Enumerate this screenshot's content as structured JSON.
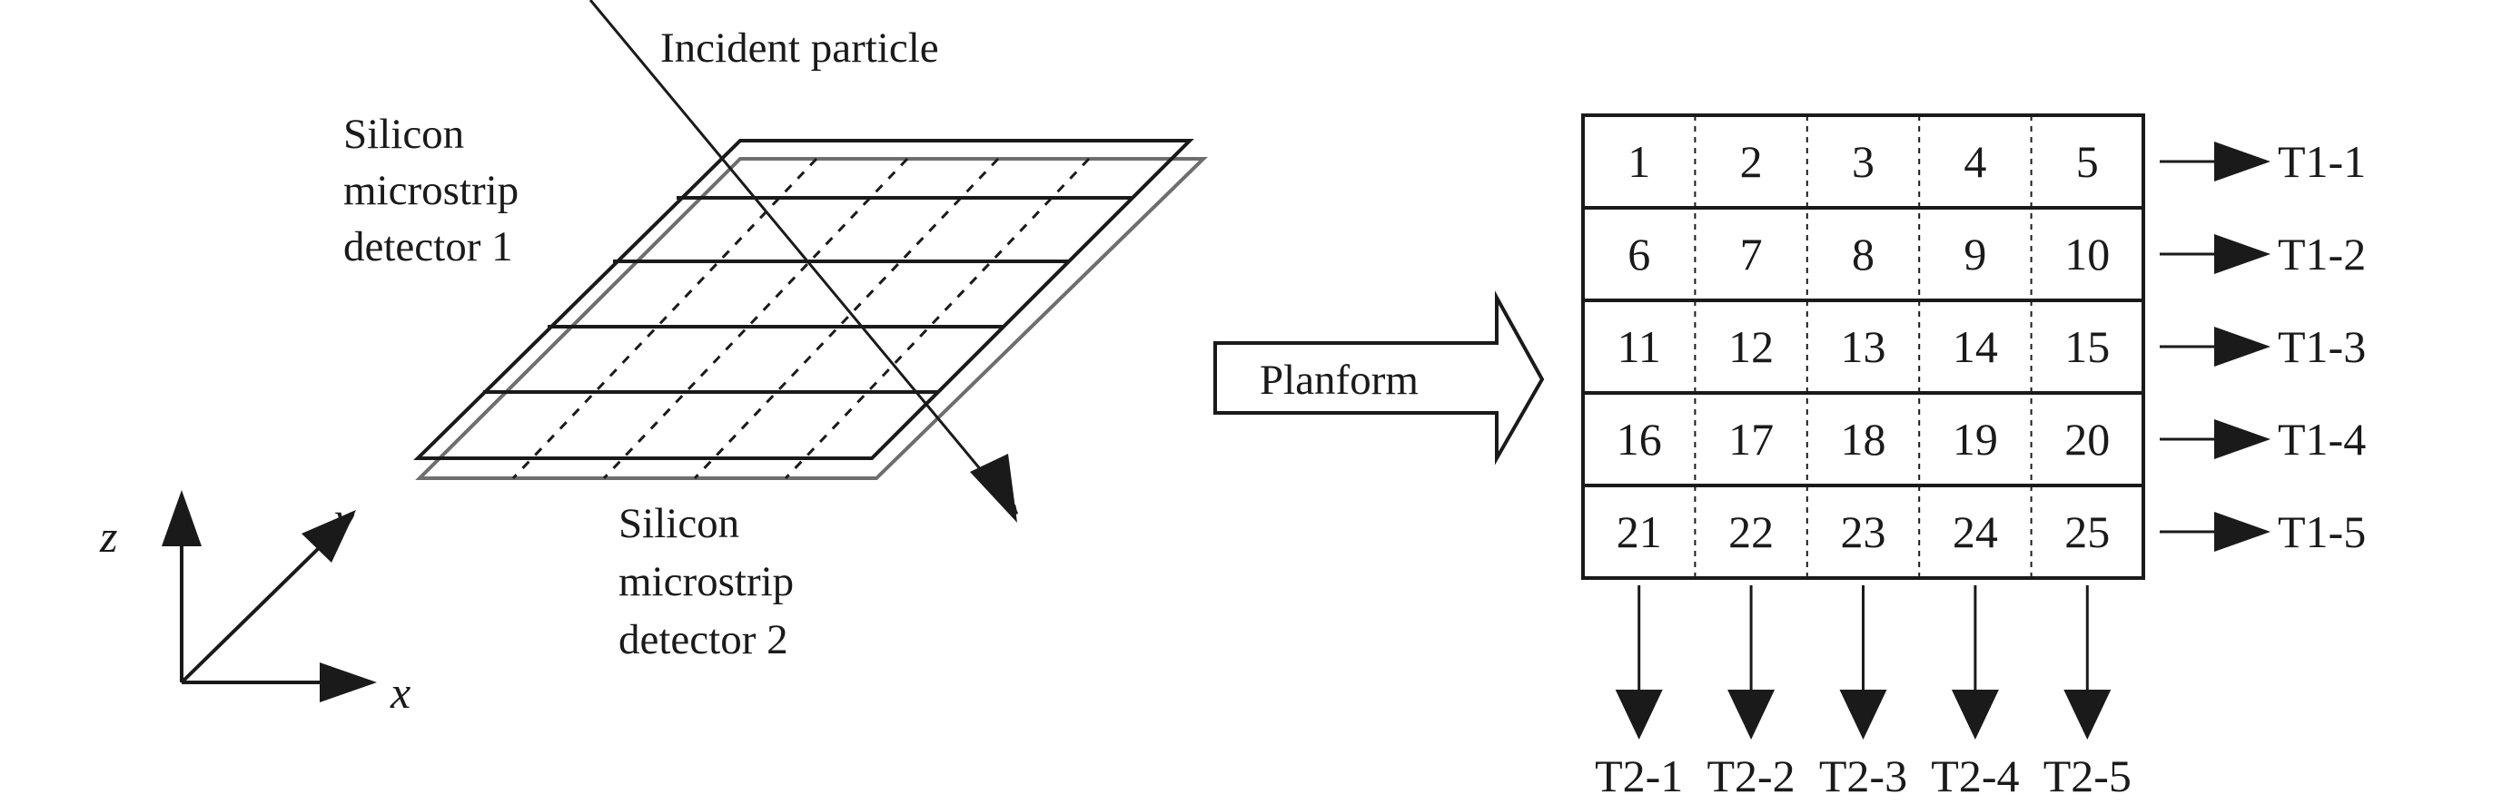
{
  "labels": {
    "incident": "Incident particle",
    "detector1": [
      "Silicon",
      "microstrip",
      "detector 1"
    ],
    "detector2": [
      "Silicon",
      "microstrip",
      "detector 2"
    ],
    "planform": "Planform"
  },
  "axes": {
    "z": "z",
    "y": "y",
    "x": "x"
  },
  "grid": {
    "rows": [
      [
        "1",
        "2",
        "3",
        "4",
        "5"
      ],
      [
        "6",
        "7",
        "8",
        "9",
        "10"
      ],
      [
        "11",
        "12",
        "13",
        "14",
        "15"
      ],
      [
        "16",
        "17",
        "18",
        "19",
        "20"
      ],
      [
        "21",
        "22",
        "23",
        "24",
        "25"
      ]
    ],
    "row_outputs": [
      "T1-1",
      "T1-2",
      "T1-3",
      "T1-4",
      "T1-5"
    ],
    "col_outputs": [
      "T2-1",
      "T2-2",
      "T2-3",
      "T2-4",
      "T2-5"
    ]
  },
  "colors": {
    "ink": "#1a1a1a",
    "grey": "#6e6e6e"
  }
}
